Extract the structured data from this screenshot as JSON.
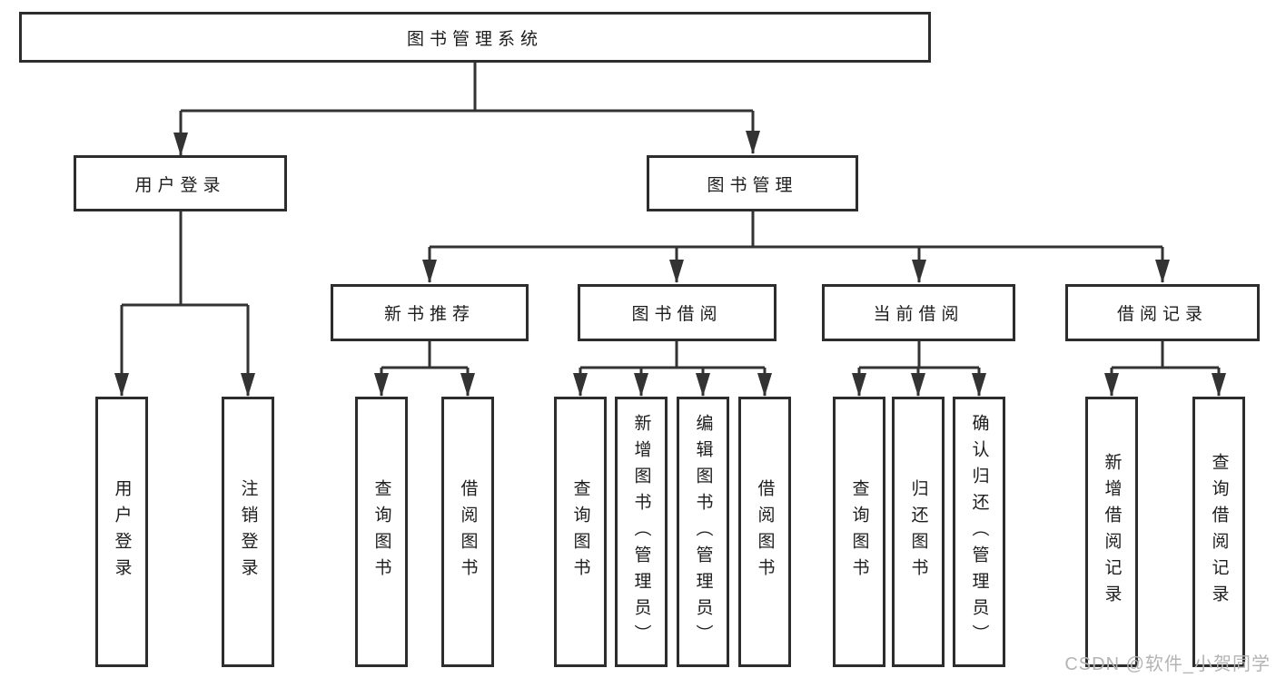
{
  "nodes": {
    "root": "图书管理系统",
    "user_login": "用户登录",
    "book_mgmt": "图书管理",
    "new_books": "新书推荐",
    "book_borrow": "图书借阅",
    "current_borrow": "当前借阅",
    "borrow_records": "借阅记录",
    "login": "用户登录",
    "logout": "注销登录",
    "nb_query": "查询图书",
    "nb_borrow": "借阅图书",
    "bb_query": "查询图书",
    "bb_add": "新增图书（管理员）",
    "bb_edit": "编辑图书（管理员）",
    "bb_borrow": "借阅图书",
    "cb_query": "查询图书",
    "cb_return": "归还图书",
    "cb_confirm": "确认归还（管理员）",
    "br_add": "新增借阅记录",
    "br_query": "查询借阅记录"
  },
  "hierarchy": {
    "图书管理系统": [
      "用户登录",
      "图书管理"
    ],
    "用户登录": [
      "用户登录",
      "注销登录"
    ],
    "图书管理": [
      "新书推荐",
      "图书借阅",
      "当前借阅",
      "借阅记录"
    ],
    "新书推荐": [
      "查询图书",
      "借阅图书"
    ],
    "图书借阅": [
      "查询图书",
      "新增图书（管理员）",
      "编辑图书（管理员）",
      "借阅图书"
    ],
    "当前借阅": [
      "查询图书",
      "归还图书",
      "确认归还（管理员）"
    ],
    "借阅记录": [
      "新增借阅记录",
      "查询借阅记录"
    ]
  },
  "watermark": "CSDN @软件_小贺同学",
  "colors": {
    "line": "#333333",
    "box_border": "#2d2d2d",
    "text": "#1d1d1d",
    "watermark": "#b4b4b4",
    "background": "#ffffff"
  }
}
